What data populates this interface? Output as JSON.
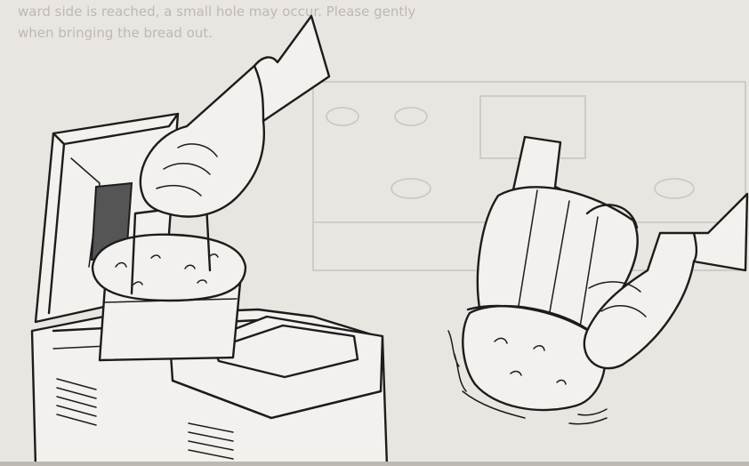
{
  "figure": {
    "bleed_through_text": [
      "ward side is reached, a small hole may occur. Please gently",
      "when bringing the bread out."
    ],
    "panels": [
      {
        "name": "left",
        "description_icon": "open-bread-maker-pan-removal"
      },
      {
        "name": "right",
        "description_icon": "bread-shaking-out-of-pan"
      }
    ],
    "colors": {
      "paper": "#e9e6e1",
      "ink": "#1c1c1c",
      "window": "#555555",
      "bleed": "#bdb9b2"
    }
  }
}
